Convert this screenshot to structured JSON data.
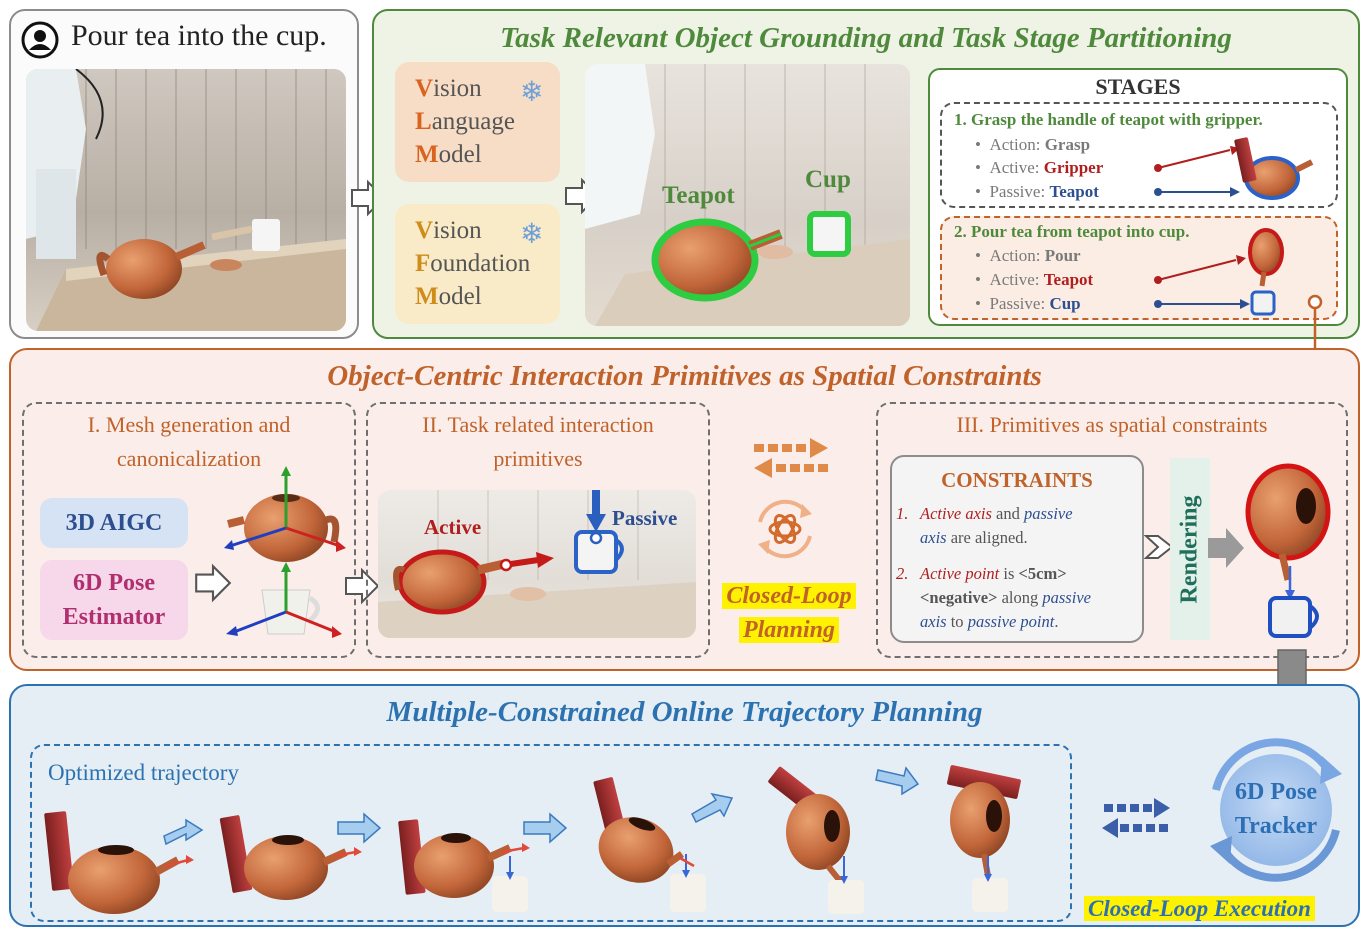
{
  "instruction": {
    "text": "Pour tea into the cup."
  },
  "grounding": {
    "title": "Task Relevant Object Grounding and Task Stage Partitioning",
    "vlm": {
      "l1a": "V",
      "l1b": "ision",
      "l2a": "L",
      "l2b": "anguage",
      "l3a": "M",
      "l3b": "odel"
    },
    "vfm": {
      "l1a": "V",
      "l1b": "ision",
      "l2a": "F",
      "l2b": "oundation",
      "l3a": "M",
      "l3b": "odel"
    },
    "label_teapot": "Teapot",
    "label_cup": "Cup"
  },
  "stages": {
    "title": "STAGES",
    "s1": {
      "heading": "1. Grasp the handle of teapot with gripper.",
      "action_k": "Action: ",
      "action_v": "Grasp",
      "active_k": "Active: ",
      "active_v": "Gripper",
      "passive_k": "Passive: ",
      "passive_v": "Teapot"
    },
    "s2": {
      "heading": "2. Pour tea from teapot into cup.",
      "action_k": "Action: ",
      "action_v": "Pour",
      "active_k": "Active: ",
      "active_v": "Teapot",
      "passive_k": "Passive: ",
      "passive_v": "Cup"
    }
  },
  "primitives": {
    "title": "Object-Centric Interaction Primitives as Spatial Constraints",
    "mesh_caption_1": "I. Mesh generation and",
    "mesh_caption_2": "canonicalization",
    "aigc": "3D AIGC",
    "pose_1": "6D Pose",
    "pose_2": "Estimator",
    "task_caption_1": "II. Task related interaction",
    "task_caption_2": "primitives",
    "active_label": "Active",
    "passive_label": "Passive",
    "closed_loop_planning_1": "Closed-Loop",
    "closed_loop_planning_2": "Planning",
    "prim_caption": "III. Primitives as spatial constraints",
    "constraints_title": "CONSTRAINTS",
    "c1_num": "1.",
    "c1_a": "Active axis",
    "c1_b": " and ",
    "c1_c": "passive",
    "c1_d": "axis",
    "c1_e": " are aligned.",
    "c2_num": "2.",
    "c2_a": "Active point",
    "c2_b": " is ",
    "c2_c": "<5cm>",
    "c2_d": "<negative>",
    "c2_e": " along ",
    "c2_f": "passive",
    "c2_g": "axis",
    "c2_h": " to ",
    "c2_i": "passive point",
    "c2_j": ".",
    "rendering": "Rendering"
  },
  "trajectory": {
    "title": "Multiple-Constrained Online Trajectory Planning",
    "optimized": "Optimized trajectory",
    "tracker_1": "6D Pose",
    "tracker_2": "Tracker",
    "closed_loop_execution": "Closed-Loop Execution"
  },
  "colors": {
    "green": "#4f8a3c",
    "orange": "#c0622a",
    "blue": "#2c72b0",
    "red": "#b01e1e",
    "navy": "#2d4f8f",
    "highlight": "#fff200"
  }
}
